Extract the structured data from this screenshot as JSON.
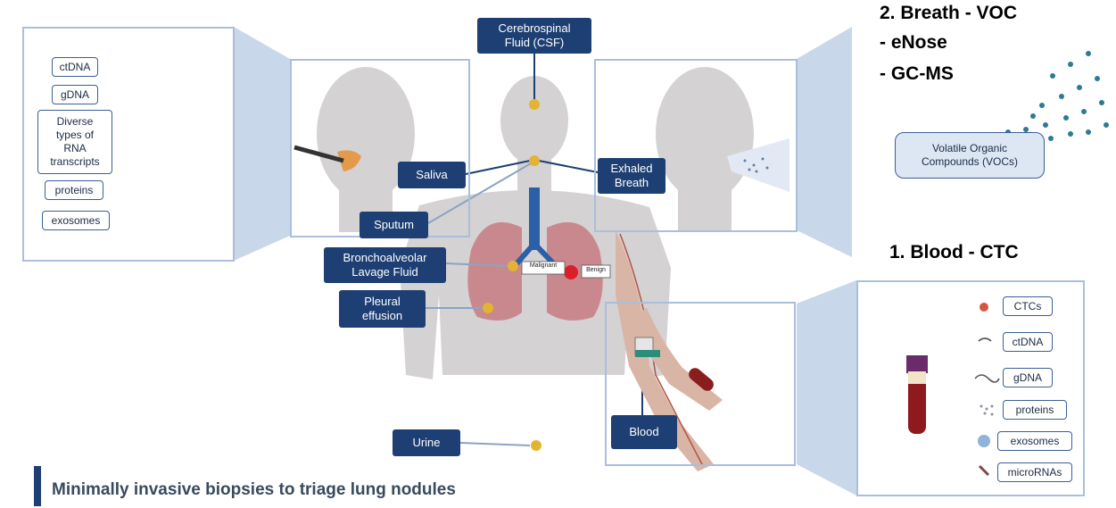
{
  "labels": {
    "csf": "Cerebrospinal\nFluid (CSF)",
    "saliva": "Saliva",
    "exhaled": "Exhaled\nBreath",
    "sputum": "Sputum",
    "balf": "Bronchoalveolar\nLavage Fluid",
    "pleural": "Pleural\neffusion",
    "urine": "Urine",
    "blood": "Blood",
    "malignant": "Malignant",
    "benign": "Benign"
  },
  "saliva_panel": [
    "ctDNA",
    "gDNA",
    "Diverse\ntypes of\nRNA\ntranscripts",
    "proteins",
    "exosomes"
  ],
  "blood_panel": [
    "CTCs",
    "ctDNA",
    "gDNA",
    "proteins",
    "exosomes",
    "microRNAs"
  ],
  "voc_box": "Volatile Organic\nCompounds (VOCs)",
  "headings": {
    "breath": "2. Breath - VOC",
    "enose": "- eNose",
    "gcms": "- GC-MS",
    "blood": "1. Blood - CTC"
  },
  "footer": "Minimally invasive biopsies to triage lung nodules",
  "colors": {
    "navy": "#1d3f73",
    "frame": "#a9bfdb",
    "marker": "#e3b431",
    "footer_bar": "#1d3f73"
  }
}
